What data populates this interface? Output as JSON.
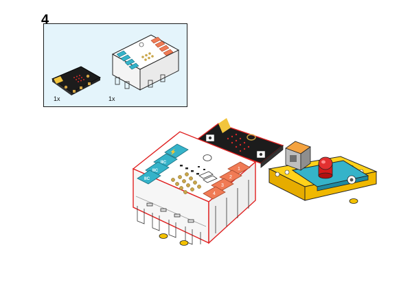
{
  "step": {
    "number": "4"
  },
  "parts": [
    {
      "name": "micro-bit-board",
      "quantity": "1x"
    },
    {
      "name": "nezha-expansion-board",
      "quantity": "1x"
    }
  ],
  "expansion_board": {
    "left_ports": [
      "⚡",
      "IIC",
      "IIC",
      "IIC"
    ],
    "right_ports": [
      "1",
      "2",
      "3",
      "4"
    ]
  },
  "colors": {
    "panel_bg": "#e4f4fb",
    "teal_port": "#35b3c9",
    "orange_port": "#f07b55",
    "microbit_black": "#1c1c1c",
    "led_red": "#d61a1a",
    "yellow_beam": "#ffd21a",
    "outline_red": "#e02020"
  }
}
